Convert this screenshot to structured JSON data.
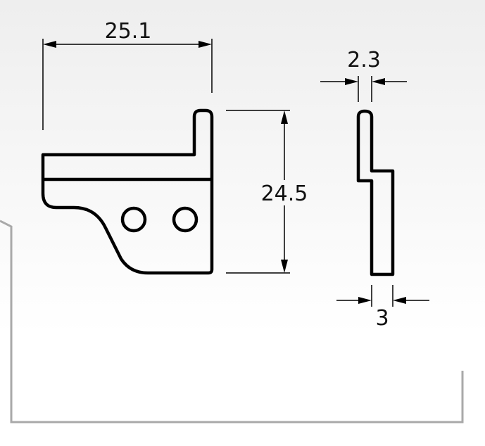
{
  "drawing": {
    "dimensions": {
      "width": "25.1",
      "height": "24.5",
      "top_thickness": "2.3",
      "bottom_thickness": "3"
    },
    "colors": {
      "line": "#000000",
      "frame": "#a9a9a9",
      "sheet_top": "#eeeeee",
      "sheet_bottom": "#ffffff"
    }
  }
}
